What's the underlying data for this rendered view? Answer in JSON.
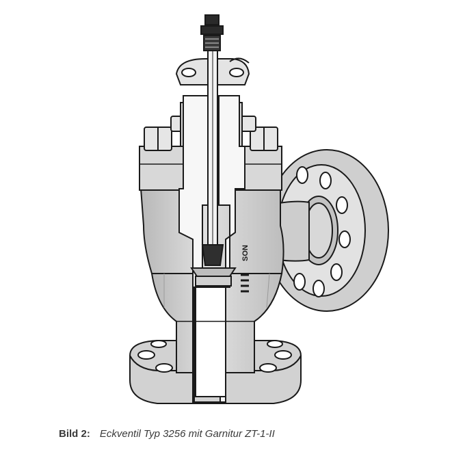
{
  "figure": {
    "label": "Bild 2:",
    "caption": "Eckventil Typ 3256 mit Garnitur ZT-1-II"
  },
  "body_marking": "SON",
  "colors": {
    "outline": "#1a1a1a",
    "body_fill": "#d4d4d4",
    "cut_fill": "#ececec",
    "dark_fill": "#2a2a2a",
    "caption_text": "#3a3a3a"
  }
}
